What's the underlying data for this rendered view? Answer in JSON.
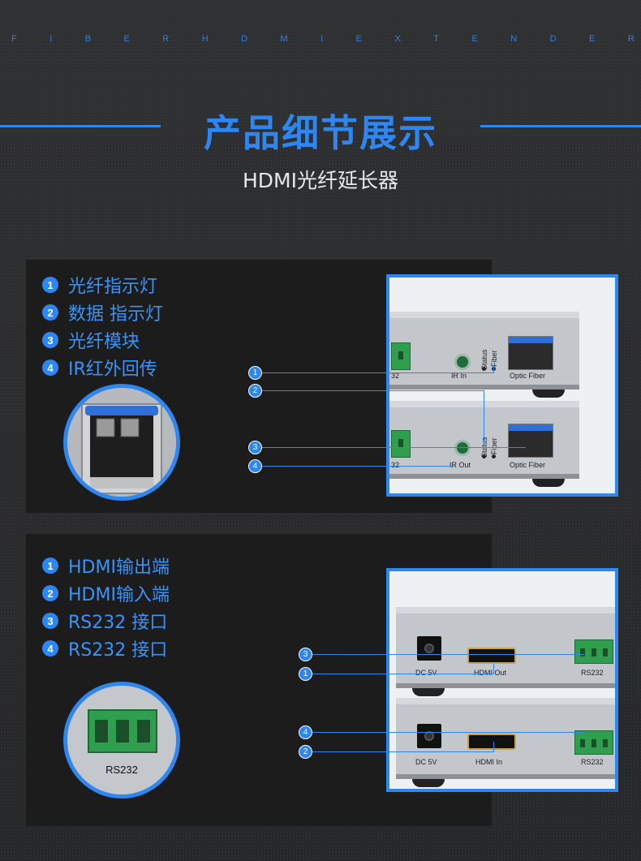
{
  "tagline": [
    "F",
    "I",
    "B",
    "E",
    "R",
    "H",
    "D",
    "M",
    "I",
    "E",
    "X",
    "T",
    "E",
    "N",
    "D",
    "E",
    "R"
  ],
  "title": "产品细节展示",
  "subtitle": "HDMI光纤延长器",
  "panel1": {
    "items": [
      {
        "num": "1",
        "label": "光纤指示灯"
      },
      {
        "num": "2",
        "label": " 数据 指示灯"
      },
      {
        "num": "3",
        "label": "光纤模块"
      },
      {
        "num": "4",
        "label": "IR红外回传"
      }
    ],
    "photo": {
      "label_status": "Status",
      "label_fiber": "Fiber",
      "label_optic_fiber": "Optic  Fiber",
      "label_ir_in": "IR In",
      "label_ir_out": "IR Out",
      "label_32": "32",
      "callouts": [
        "1",
        "2",
        "3",
        "4"
      ]
    }
  },
  "panel2": {
    "items": [
      {
        "num": "1",
        "label": "HDMI输出端"
      },
      {
        "num": "2",
        "label": "HDMI输入端"
      },
      {
        "num": "3",
        "label": "RS232 接口"
      },
      {
        "num": "4",
        "label": "RS232 接口"
      }
    ],
    "circle_label": "RS232",
    "photo": {
      "label_dc": "DC 5V",
      "label_hdmi_out": "HDMI Out",
      "label_hdmi_in": "HDMI  In",
      "label_rs232": "RS232",
      "callouts": [
        "3",
        "1",
        "4",
        "2"
      ]
    }
  },
  "colors": {
    "accent": "#2e86f0",
    "panel": "#1c1c1d",
    "background": "#2a2b2d"
  }
}
